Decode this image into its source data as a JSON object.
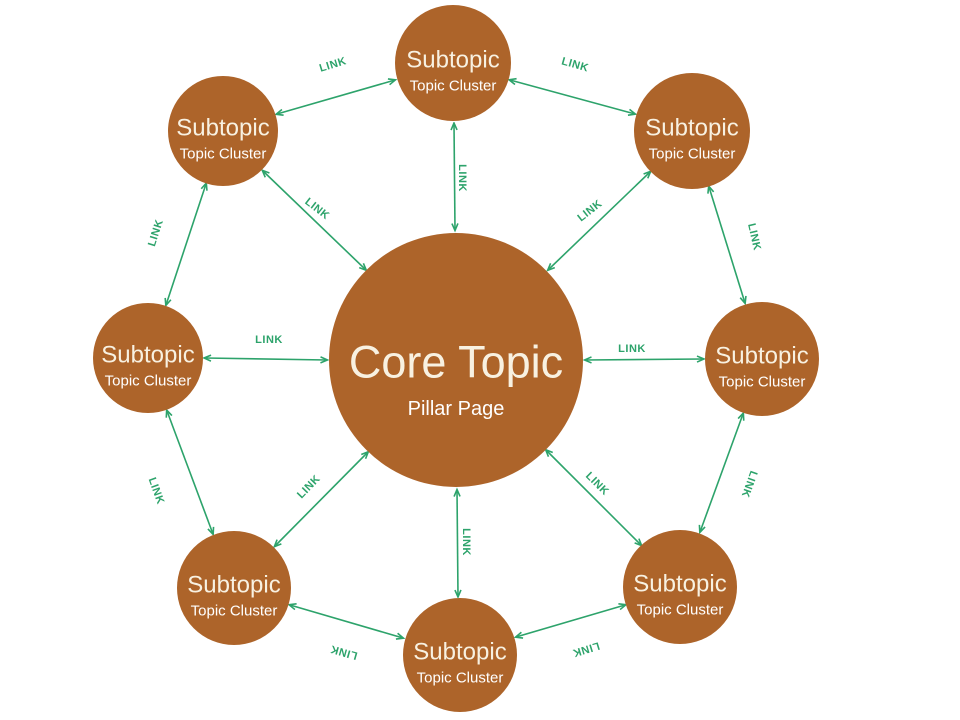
{
  "diagram": {
    "core": {
      "title": "Core Topic",
      "subtitle": "Pillar Page"
    },
    "subtopics": [
      {
        "position": "n",
        "title": "Subtopic",
        "subtitle": "Topic Cluster"
      },
      {
        "position": "ne",
        "title": "Subtopic",
        "subtitle": "Topic Cluster"
      },
      {
        "position": "e",
        "title": "Subtopic",
        "subtitle": "Topic Cluster"
      },
      {
        "position": "se",
        "title": "Subtopic",
        "subtitle": "Topic Cluster"
      },
      {
        "position": "s",
        "title": "Subtopic",
        "subtitle": "Topic Cluster"
      },
      {
        "position": "sw",
        "title": "Subtopic",
        "subtitle": "Topic Cluster"
      },
      {
        "position": "w",
        "title": "Subtopic",
        "subtitle": "Topic Cluster"
      },
      {
        "position": "nw",
        "title": "Subtopic",
        "subtitle": "Topic Cluster"
      }
    ],
    "link_label": "LINK",
    "colors": {
      "background": "#ffffff",
      "node": "#ad642a",
      "arrow": "#2da36b",
      "core_title": "#f8f1e1",
      "subtitle": "#ffffff"
    }
  }
}
